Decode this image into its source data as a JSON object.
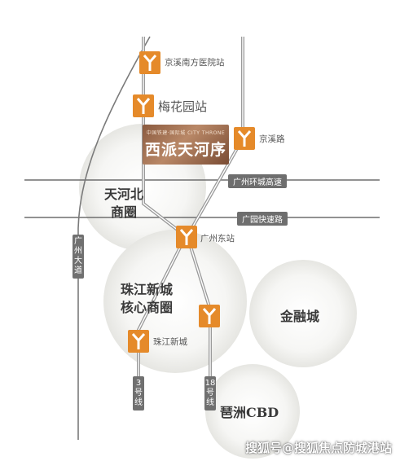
{
  "project": {
    "name": "西派天河序",
    "tagline_cn": "中国铁建·国际城",
    "tagline_en": "CITY THRONE"
  },
  "districts": {
    "tianhe_north": "天河北\n商圈",
    "zhujiang": "珠江新城\n核心商圈",
    "finance_city": "金融城",
    "pazhou": "琶洲CBD"
  },
  "stations": {
    "jingxi_nanfang": "京溪南方医院站",
    "meihuayuan": "梅花园站",
    "jingxi_road": "京溪路",
    "guangzhou_east": "广州东站",
    "zhujiang_new_town": "珠江新城"
  },
  "roads": {
    "ring_expressway": "广州环城高速",
    "guangyuan_expressway": "广园快速路",
    "guangzhou_avenue": "广州大道"
  },
  "metro_lines": {
    "line3": "3号线",
    "line18": "18号线"
  },
  "watermark": "搜狐号@搜狐焦点防城港站",
  "colors": {
    "metro_icon": "#e58a2a",
    "road_tag": "#6e6e6e",
    "project_panel": "#9b6a4c"
  }
}
